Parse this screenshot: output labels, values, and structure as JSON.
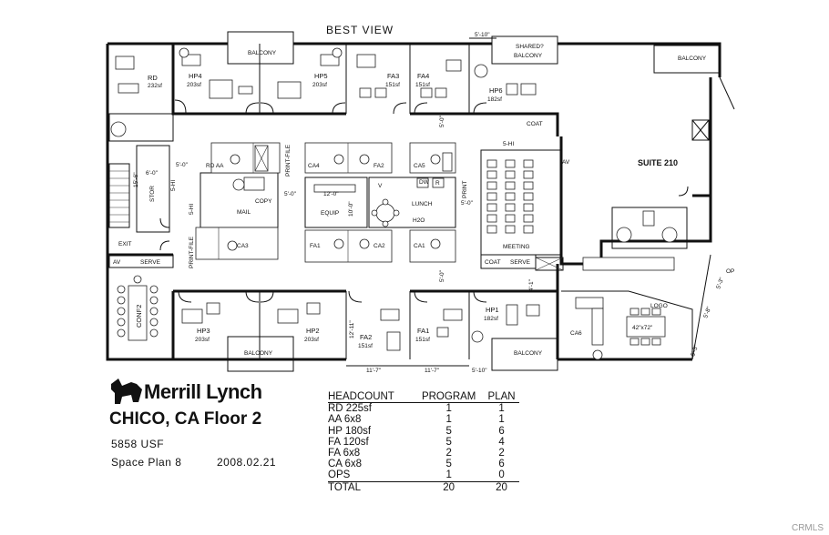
{
  "view_label": "BEST VIEW",
  "rooms": {
    "rd": {
      "name": "RD",
      "area": "232sf"
    },
    "hp4": {
      "name": "HP4",
      "area": "203sf"
    },
    "hp5": {
      "name": "HP5",
      "area": "203sf"
    },
    "fa3": {
      "name": "FA3",
      "area": "151sf"
    },
    "fa4": {
      "name": "FA4",
      "area": "151sf"
    },
    "hp6": {
      "name": "HP6",
      "area": "182sf"
    },
    "hp3": {
      "name": "HP3",
      "area": "203sf"
    },
    "hp2": {
      "name": "HP2",
      "area": "203sf"
    },
    "fa2": {
      "name": "FA2",
      "area": "151sf"
    },
    "fa1": {
      "name": "FA1",
      "area": "151sf"
    },
    "hp1": {
      "name": "HP1",
      "area": "182sf"
    }
  },
  "labels": {
    "balcony": "BALCONY",
    "shared": "SHARED?",
    "suite": "SUITE 210",
    "coat": "COAT",
    "five_hi": "5-HI",
    "rd_aa": "RD AA",
    "copy": "COPY",
    "mail": "MAIL",
    "print_file": "PRINT-FILE",
    "ca4": "CA4",
    "fa2_ws": "FA2",
    "ca5": "CA5",
    "equip": "EQUIP",
    "lunch": "LUNCH",
    "print": "PRINT",
    "v": "V",
    "dw": "DW",
    "r": "R",
    "h2o": "H2O",
    "ca3": "CA3",
    "fa1_ws": "FA1",
    "ca2": "CA2",
    "ca1": "CA1",
    "stor": "STOR",
    "exit": "EXIT",
    "av": "AV",
    "serve": "SERVE",
    "conf2": "CONF2",
    "meeting": "MEETING",
    "logo": "LOGO",
    "ca6": "CA6",
    "table_size": "42\"x72\"",
    "op": "OP"
  },
  "dims": {
    "d5_10": "5'-10\"",
    "d5_0": "5'-0\"",
    "d6_0": "6'-0\"",
    "d15_6": "15'-6\"",
    "d12_0": "12'-0\"",
    "d10_0": "10'-0\"",
    "d4_1": "4'-1\"",
    "d12_11": "12'-11\"",
    "d11_7": "11'-7\"",
    "d5_8": "5'-8\"",
    "d5_3": "5'-3\"",
    "d5_5": "5'-5\""
  },
  "brand": {
    "name": "Merrill Lynch",
    "location": "CHICO, CA Floor 2",
    "usf": "5858 USF",
    "space_plan": "Space Plan 8",
    "date": "2008.02.21"
  },
  "headcount": {
    "headers": [
      "HEADCOUNT",
      "PROGRAM",
      "PLAN"
    ],
    "rows": [
      [
        "RD  225sf",
        "1",
        "1"
      ],
      [
        "AA  6x8",
        "1",
        "1"
      ],
      [
        "HP  180sf",
        "5",
        "6"
      ],
      [
        "FA  120sf",
        "5",
        "4"
      ],
      [
        "FA  6x8",
        "2",
        "2"
      ],
      [
        "CA  6x8",
        "5",
        "6"
      ],
      [
        "OPS",
        "1",
        "0"
      ]
    ],
    "total": [
      "TOTAL",
      "20",
      "20"
    ]
  },
  "credit": "CRMLS"
}
